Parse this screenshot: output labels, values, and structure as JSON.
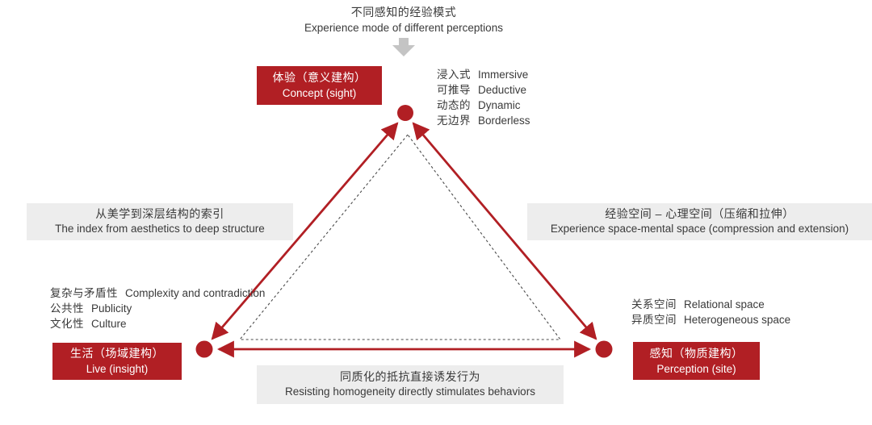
{
  "colors": {
    "red": "#b11f24",
    "gray_box": "#ededed",
    "text": "#3a3a3a",
    "block_arrow": "#c4c4c4",
    "dashed_line": "#4a4a4a"
  },
  "header": {
    "title_zh": "不同感知的经验模式",
    "title_en": "Experience mode of different perceptions",
    "arrow_icon": "down-block-arrow"
  },
  "nodes": {
    "concept": {
      "zh": "体验（意义建构）",
      "en": "Concept (sight)"
    },
    "live": {
      "zh": "生活（场域建构）",
      "en": "Live (insight)"
    },
    "perception": {
      "zh": "感知（物质建构）",
      "en": "Perception (site)"
    }
  },
  "edge_labels": {
    "left": {
      "zh": "从美学到深层结构的索引",
      "en": "The index from aesthetics to deep structure"
    },
    "right": {
      "zh": "经验空间 – 心理空间（压缩和拉伸）",
      "en": "Experience space-mental space (compression and extension)"
    },
    "bottom": {
      "zh": "同质化的抵抗直接诱发行为",
      "en": "Resisting homogeneity directly stimulates behaviors"
    }
  },
  "attribute_lists": {
    "concept": [
      {
        "zh": "浸入式",
        "en": "Immersive"
      },
      {
        "zh": "可推导",
        "en": "Deductive"
      },
      {
        "zh": "动态的",
        "en": "Dynamic"
      },
      {
        "zh": "无边界",
        "en": "Borderless"
      }
    ],
    "live": [
      {
        "zh": "复杂与矛盾性",
        "en": "Complexity and contradiction"
      },
      {
        "zh": "公共性",
        "en": "Publicity"
      },
      {
        "zh": "文化性",
        "en": "Culture"
      }
    ],
    "perception": [
      {
        "zh": "关系空间",
        "en": "Relational space"
      },
      {
        "zh": "异质空间",
        "en": "Heterogeneous space"
      }
    ]
  }
}
